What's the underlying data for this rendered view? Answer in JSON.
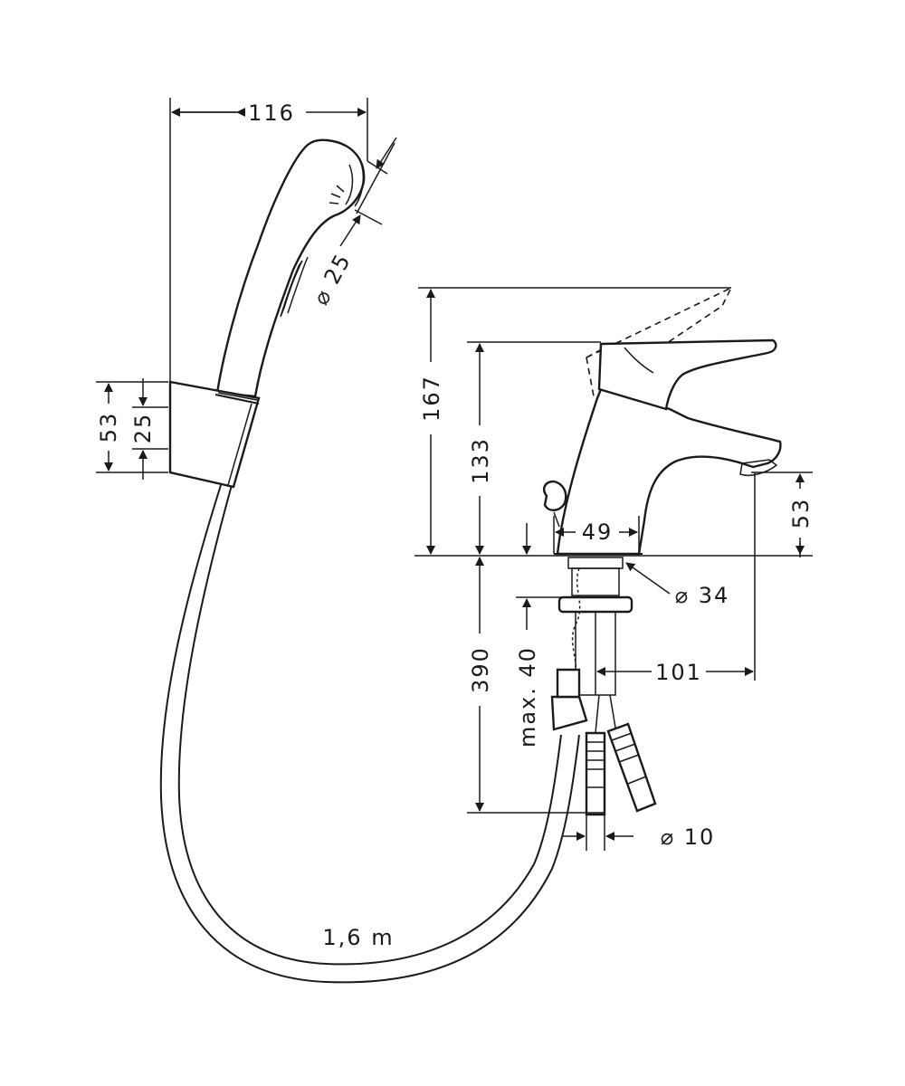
{
  "dimensions": {
    "handshower_width": "116",
    "nozzle_diameter": "⌀ 25",
    "holder_height": "53",
    "holder_inner": "25",
    "overall_height": "167",
    "tap_height": "133",
    "spout_height": "53",
    "base_width": "49",
    "shank_diameter": "⌀ 34",
    "max_thickness": "max. 40",
    "hose_length_below": "390",
    "projection": "101",
    "connector_diameter": "⌀ 10",
    "hose_length": "1,6 m"
  }
}
